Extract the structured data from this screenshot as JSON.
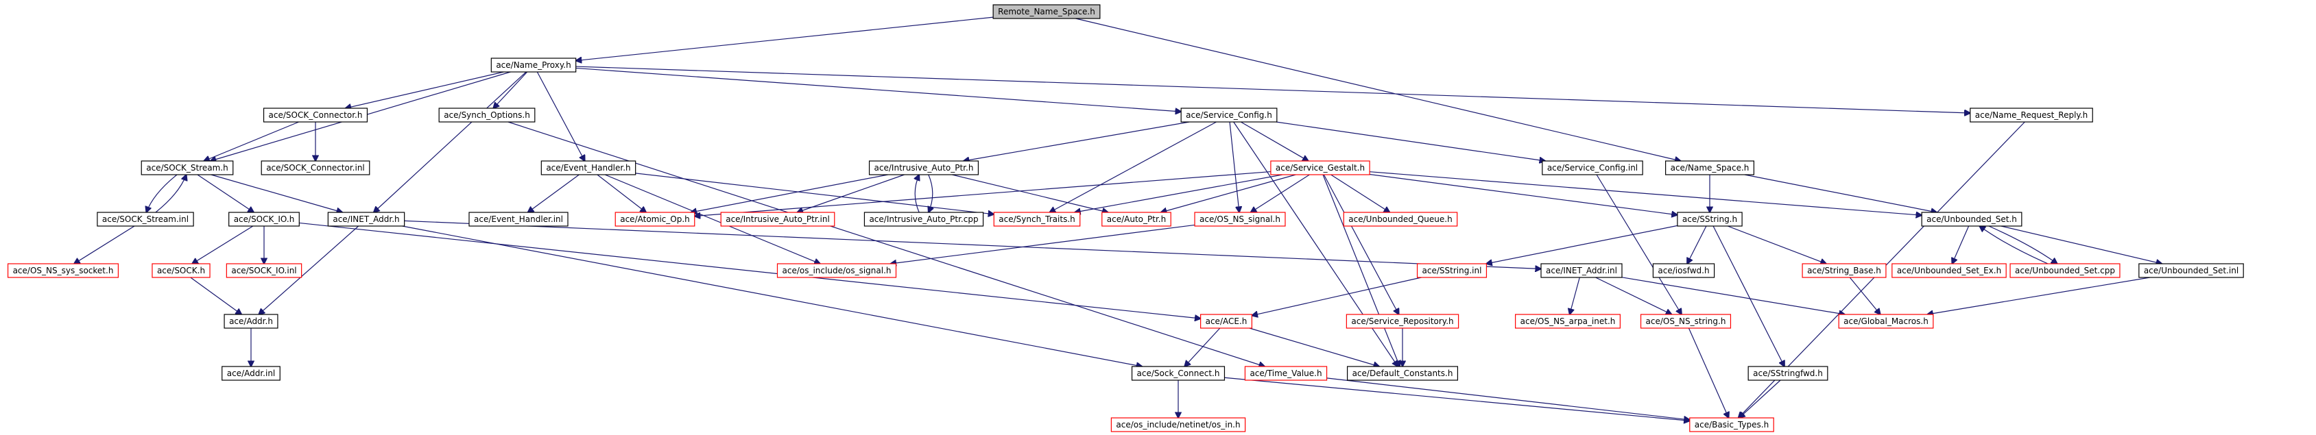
{
  "colors": {
    "edge": "#191970",
    "ok_border": "#000000",
    "missing_border": "#ff0000",
    "root_fill": "#bfbfbf",
    "node_fill": "#ffffff"
  },
  "nodes": [
    {
      "id": "root",
      "label": "Remote_Name_Space.h",
      "kind": "root"
    },
    {
      "id": "name_proxy",
      "label": "ace/Name_Proxy.h",
      "kind": "ok"
    },
    {
      "id": "sock_connector_h",
      "label": "ace/SOCK_Connector.h",
      "kind": "ok"
    },
    {
      "id": "synch_options",
      "label": "ace/Synch_Options.h",
      "kind": "ok"
    },
    {
      "id": "service_config_h",
      "label": "ace/Service_Config.h",
      "kind": "ok"
    },
    {
      "id": "name_request_reply",
      "label": "ace/Name_Request_Reply.h",
      "kind": "ok"
    },
    {
      "id": "sock_stream_h",
      "label": "ace/SOCK_Stream.h",
      "kind": "ok"
    },
    {
      "id": "sock_connector_inl",
      "label": "ace/SOCK_Connector.inl",
      "kind": "ok"
    },
    {
      "id": "event_handler",
      "label": "ace/Event_Handler.h",
      "kind": "ok"
    },
    {
      "id": "intrusive_auto_ptr_h",
      "label": "ace/Intrusive_Auto_Ptr.h",
      "kind": "ok"
    },
    {
      "id": "service_gestalt",
      "label": "ace/Service_Gestalt.h",
      "kind": "missing"
    },
    {
      "id": "service_config_inl",
      "label": "ace/Service_Config.inl",
      "kind": "ok"
    },
    {
      "id": "name_space",
      "label": "ace/Name_Space.h",
      "kind": "ok"
    },
    {
      "id": "sock_stream_inl",
      "label": "ace/SOCK_Stream.inl",
      "kind": "ok"
    },
    {
      "id": "sock_io_h",
      "label": "ace/SOCK_IO.h",
      "kind": "ok"
    },
    {
      "id": "inet_addr_h",
      "label": "ace/INET_Addr.h",
      "kind": "ok"
    },
    {
      "id": "event_handler_inl",
      "label": "ace/Event_Handler.inl",
      "kind": "ok"
    },
    {
      "id": "atomic_op",
      "label": "ace/Atomic_Op.h",
      "kind": "missing"
    },
    {
      "id": "intrusive_auto_ptr_inl",
      "label": "ace/Intrusive_Auto_Ptr.inl",
      "kind": "missing"
    },
    {
      "id": "intrusive_auto_ptr_cpp",
      "label": "ace/Intrusive_Auto_Ptr.cpp",
      "kind": "ok"
    },
    {
      "id": "synch_traits",
      "label": "ace/Synch_Traits.h",
      "kind": "missing"
    },
    {
      "id": "auto_ptr",
      "label": "ace/Auto_Ptr.h",
      "kind": "missing"
    },
    {
      "id": "os_ns_signal",
      "label": "ace/OS_NS_signal.h",
      "kind": "missing"
    },
    {
      "id": "unbounded_queue",
      "label": "ace/Unbounded_Queue.h",
      "kind": "missing"
    },
    {
      "id": "sstring_h",
      "label": "ace/SString.h",
      "kind": "ok"
    },
    {
      "id": "unbounded_set_h",
      "label": "ace/Unbounded_Set.h",
      "kind": "ok"
    },
    {
      "id": "os_ns_sys_socket",
      "label": "ace/OS_NS_sys_socket.h",
      "kind": "missing"
    },
    {
      "id": "sock_h",
      "label": "ace/SOCK.h",
      "kind": "missing"
    },
    {
      "id": "sock_io_inl",
      "label": "ace/SOCK_IO.inl",
      "kind": "missing"
    },
    {
      "id": "os_signal",
      "label": "ace/os_include/os_signal.h",
      "kind": "missing"
    },
    {
      "id": "sstring_inl",
      "label": "ace/SString.inl",
      "kind": "missing"
    },
    {
      "id": "inet_addr_inl",
      "label": "ace/INET_Addr.inl",
      "kind": "ok"
    },
    {
      "id": "iosfwd",
      "label": "ace/iosfwd.h",
      "kind": "ok"
    },
    {
      "id": "string_base",
      "label": "ace/String_Base.h",
      "kind": "missing"
    },
    {
      "id": "unbounded_set_ex",
      "label": "ace/Unbounded_Set_Ex.h",
      "kind": "missing"
    },
    {
      "id": "unbounded_set_cpp",
      "label": "ace/Unbounded_Set.cpp",
      "kind": "missing"
    },
    {
      "id": "unbounded_set_inl",
      "label": "ace/Unbounded_Set.inl",
      "kind": "ok"
    },
    {
      "id": "addr_h",
      "label": "ace/Addr.h",
      "kind": "ok"
    },
    {
      "id": "ace_h",
      "label": "ace/ACE.h",
      "kind": "missing"
    },
    {
      "id": "service_repository",
      "label": "ace/Service_Repository.h",
      "kind": "missing"
    },
    {
      "id": "os_ns_arpa_inet",
      "label": "ace/OS_NS_arpa_inet.h",
      "kind": "missing"
    },
    {
      "id": "os_ns_string",
      "label": "ace/OS_NS_string.h",
      "kind": "missing"
    },
    {
      "id": "global_macros",
      "label": "ace/Global_Macros.h",
      "kind": "missing"
    },
    {
      "id": "addr_inl",
      "label": "ace/Addr.inl",
      "kind": "ok"
    },
    {
      "id": "sock_connect",
      "label": "ace/Sock_Connect.h",
      "kind": "ok"
    },
    {
      "id": "time_value",
      "label": "ace/Time_Value.h",
      "kind": "missing"
    },
    {
      "id": "default_constants",
      "label": "ace/Default_Constants.h",
      "kind": "ok"
    },
    {
      "id": "sstringfwd",
      "label": "ace/SStringfwd.h",
      "kind": "ok"
    },
    {
      "id": "os_in",
      "label": "ace/os_include/netinet/os_in.h",
      "kind": "missing"
    },
    {
      "id": "basic_types",
      "label": "ace/Basic_Types.h",
      "kind": "missing"
    }
  ],
  "edges": [
    [
      "root",
      "name_proxy"
    ],
    [
      "root",
      "name_space"
    ],
    [
      "name_proxy",
      "sock_connector_h"
    ],
    [
      "name_proxy",
      "synch_options"
    ],
    [
      "name_proxy",
      "service_config_h"
    ],
    [
      "name_proxy",
      "name_request_reply"
    ],
    [
      "name_proxy",
      "sock_stream_h"
    ],
    [
      "name_proxy",
      "event_handler"
    ],
    [
      "name_proxy",
      "inet_addr_h"
    ],
    [
      "sock_connector_h",
      "sock_stream_h"
    ],
    [
      "sock_connector_h",
      "sock_connector_inl"
    ],
    [
      "sock_stream_h",
      "sock_stream_inl"
    ],
    [
      "sock_stream_inl",
      "sock_stream_h"
    ],
    [
      "sock_stream_h",
      "sock_io_h"
    ],
    [
      "sock_stream_h",
      "inet_addr_h"
    ],
    [
      "sock_stream_inl",
      "os_ns_sys_socket"
    ],
    [
      "sock_io_h",
      "sock_h"
    ],
    [
      "sock_io_h",
      "sock_io_inl"
    ],
    [
      "sock_io_h",
      "ace_h"
    ],
    [
      "sock_h",
      "addr_h"
    ],
    [
      "inet_addr_h",
      "addr_h"
    ],
    [
      "addr_h",
      "addr_inl"
    ],
    [
      "inet_addr_h",
      "inet_addr_inl"
    ],
    [
      "inet_addr_h",
      "sock_connect"
    ],
    [
      "synch_options",
      "time_value"
    ],
    [
      "event_handler",
      "event_handler_inl"
    ],
    [
      "event_handler",
      "atomic_op"
    ],
    [
      "event_handler",
      "synch_traits"
    ],
    [
      "event_handler",
      "os_signal"
    ],
    [
      "service_config_h",
      "intrusive_auto_ptr_h"
    ],
    [
      "service_config_h",
      "service_gestalt"
    ],
    [
      "service_config_h",
      "service_config_inl"
    ],
    [
      "service_config_h",
      "synch_traits"
    ],
    [
      "service_config_h",
      "os_ns_signal"
    ],
    [
      "service_config_h",
      "default_constants"
    ],
    [
      "intrusive_auto_ptr_h",
      "atomic_op"
    ],
    [
      "intrusive_auto_ptr_h",
      "intrusive_auto_ptr_inl"
    ],
    [
      "intrusive_auto_ptr_h",
      "intrusive_auto_ptr_cpp"
    ],
    [
      "intrusive_auto_ptr_cpp",
      "intrusive_auto_ptr_h"
    ],
    [
      "intrusive_auto_ptr_h",
      "auto_ptr"
    ],
    [
      "service_gestalt",
      "atomic_op"
    ],
    [
      "service_gestalt",
      "synch_traits"
    ],
    [
      "service_gestalt",
      "auto_ptr"
    ],
    [
      "service_gestalt",
      "os_ns_signal"
    ],
    [
      "service_gestalt",
      "unbounded_queue"
    ],
    [
      "service_gestalt",
      "sstring_h"
    ],
    [
      "service_gestalt",
      "unbounded_set_h"
    ],
    [
      "service_gestalt",
      "service_repository"
    ],
    [
      "service_gestalt",
      "default_constants"
    ],
    [
      "os_ns_signal",
      "os_signal"
    ],
    [
      "service_config_inl",
      "os_ns_string"
    ],
    [
      "name_space",
      "sstring_h"
    ],
    [
      "name_space",
      "unbounded_set_h"
    ],
    [
      "sstring_h",
      "sstring_inl"
    ],
    [
      "sstring_h",
      "iosfwd"
    ],
    [
      "sstring_h",
      "string_base"
    ],
    [
      "sstring_h",
      "sstringfwd"
    ],
    [
      "string_base",
      "global_macros"
    ],
    [
      "unbounded_set_h",
      "unbounded_set_ex"
    ],
    [
      "unbounded_set_h",
      "unbounded_set_cpp"
    ],
    [
      "unbounded_set_cpp",
      "unbounded_set_h"
    ],
    [
      "unbounded_set_h",
      "unbounded_set_inl"
    ],
    [
      "unbounded_set_inl",
      "global_macros"
    ],
    [
      "sstring_inl",
      "ace_h"
    ],
    [
      "inet_addr_inl",
      "os_ns_arpa_inet"
    ],
    [
      "inet_addr_inl",
      "os_ns_string"
    ],
    [
      "inet_addr_inl",
      "global_macros"
    ],
    [
      "service_repository",
      "default_constants"
    ],
    [
      "ace_h",
      "sock_connect"
    ],
    [
      "ace_h",
      "default_constants"
    ],
    [
      "sock_connect",
      "os_in"
    ],
    [
      "sock_connect",
      "basic_types"
    ],
    [
      "time_value",
      "basic_types"
    ],
    [
      "os_ns_string",
      "basic_types"
    ],
    [
      "sstringfwd",
      "basic_types"
    ],
    [
      "name_request_reply",
      "basic_types"
    ]
  ]
}
